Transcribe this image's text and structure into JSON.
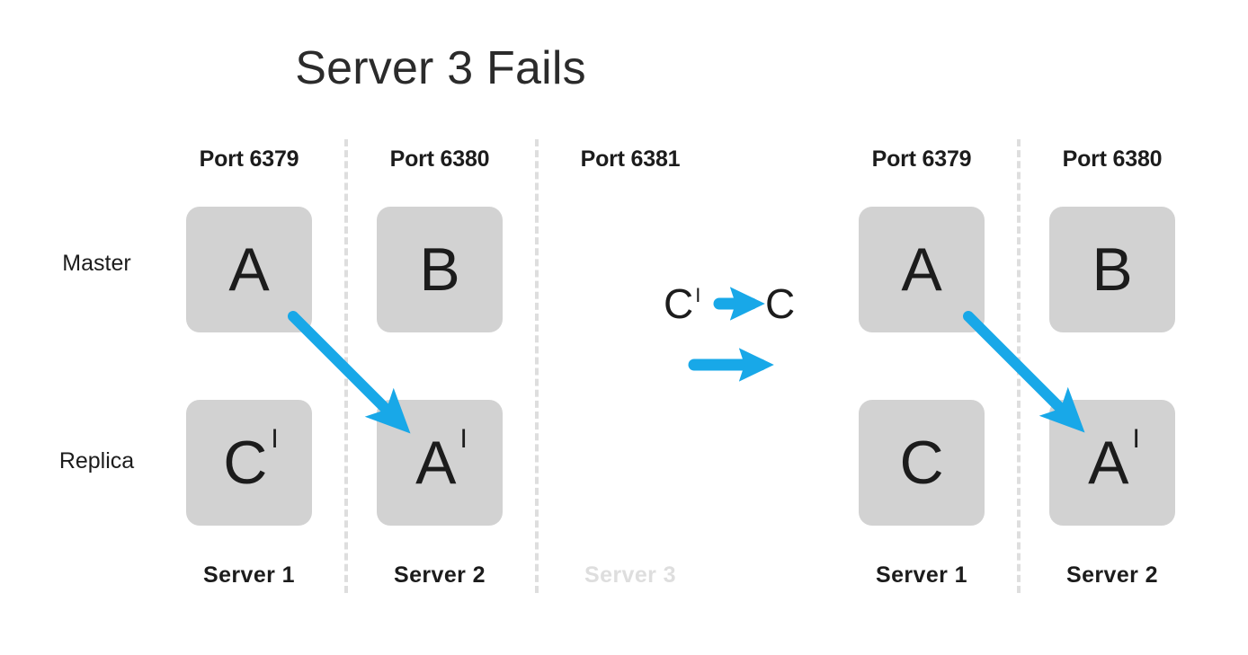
{
  "title": "Server 3 Fails",
  "row_labels": {
    "master": "Master",
    "replica": "Replica"
  },
  "accent_color": "#18a8e8",
  "box_color": "#d2d2d2",
  "divider_color": "#dedede",
  "failed_label_color": "#dedede",
  "left_panel": {
    "columns": [
      {
        "port": "Port 6379",
        "server": "Server 1",
        "failed": false,
        "master": {
          "letter": "A",
          "prime": ""
        },
        "replica": {
          "letter": "C",
          "prime": "I"
        }
      },
      {
        "port": "Port 6380",
        "server": "Server 2",
        "failed": false,
        "master": {
          "letter": "B",
          "prime": ""
        },
        "replica": {
          "letter": "A",
          "prime": "I"
        }
      },
      {
        "port": "Port 6381",
        "server": "Server 3",
        "failed": true,
        "master": null,
        "replica": null
      }
    ]
  },
  "middle": {
    "promotion_from": "C",
    "promotion_from_prime": "I",
    "promotion_to": "C",
    "arrow_label": "promotion-arrow",
    "transition_label": "transition-arrow"
  },
  "right_panel": {
    "columns": [
      {
        "port": "Port 6379",
        "server": "Server 1",
        "failed": false,
        "master": {
          "letter": "A",
          "prime": ""
        },
        "replica": {
          "letter": "C",
          "prime": ""
        }
      },
      {
        "port": "Port 6380",
        "server": "Server 2",
        "failed": false,
        "master": {
          "letter": "B",
          "prime": ""
        },
        "replica": {
          "letter": "A",
          "prime": "I"
        }
      }
    ]
  },
  "replication_arrows": [
    {
      "name": "replication-arrow-left",
      "from": "Server 1 Master A",
      "to": "Server 2 Replica A'"
    },
    {
      "name": "replication-arrow-right",
      "from": "Server 1 Master A",
      "to": "Server 2 Replica A'"
    }
  ],
  "chart_data": {
    "type": "diagram",
    "title": "Server 3 Fails",
    "description": "Redis cluster failover diagram: before (left) and after (right) Server 3 fails",
    "rows": [
      "Master",
      "Replica"
    ],
    "before": {
      "servers": [
        "Server 1",
        "Server 2",
        "Server 3"
      ],
      "ports": [
        "Port 6379",
        "Port 6380",
        "Port 6381"
      ],
      "master": [
        "A",
        "B",
        null
      ],
      "replica": [
        "C'",
        "A'",
        null
      ],
      "failed_server": "Server 3"
    },
    "after": {
      "servers": [
        "Server 1",
        "Server 2"
      ],
      "ports": [
        "Port 6379",
        "Port 6380"
      ],
      "master": [
        "A",
        "B"
      ],
      "replica": [
        "C",
        "A'"
      ]
    },
    "transition": "C' → C"
  }
}
